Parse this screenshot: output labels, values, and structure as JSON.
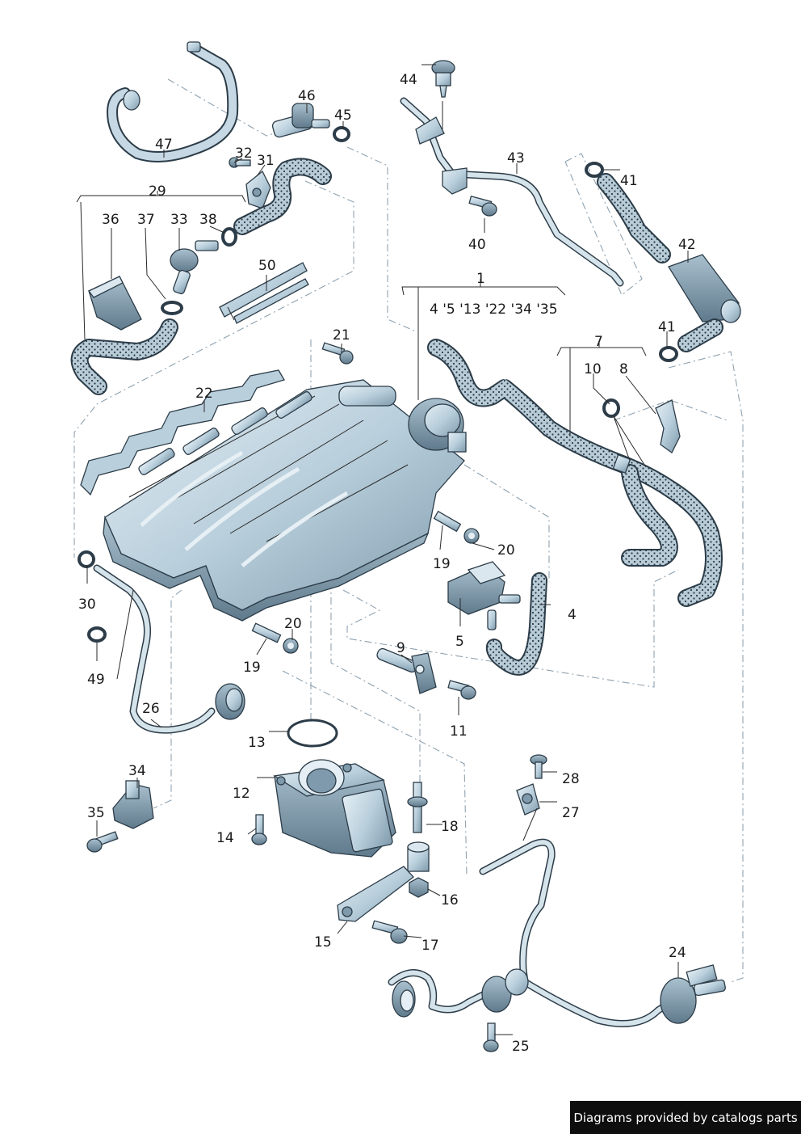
{
  "callouts": {
    "c1": "1",
    "c1_sub": "4 '5 '13 '22 '34 '35",
    "c4": "4",
    "c5": "5",
    "c7": "7",
    "c8": "8",
    "c9": "9",
    "c10": "10",
    "c11": "11",
    "c12": "12",
    "c13": "13",
    "c14": "14",
    "c15": "15",
    "c16": "16",
    "c17": "17",
    "c18": "18",
    "c19a": "19",
    "c19b": "19",
    "c20a": "20",
    "c20b": "20",
    "c21": "21",
    "c22": "22",
    "c24": "24",
    "c25": "25",
    "c26": "26",
    "c27": "27",
    "c28": "28",
    "c29": "29",
    "c30": "30",
    "c31": "31",
    "c32": "32",
    "c33": "33",
    "c34": "34",
    "c35": "35",
    "c36": "36",
    "c37": "37",
    "c38": "38",
    "c40": "40",
    "c41a": "41",
    "c41b": "41",
    "c42": "42",
    "c43": "43",
    "c44": "44",
    "c45": "45",
    "c46": "46",
    "c47": "47",
    "c49": "49",
    "c50": "50"
  },
  "footer": {
    "text": "Diagrams provided by catalogs parts"
  },
  "colors": {
    "metal": "#b9cfdc",
    "metal_dark": "#7f9aac",
    "hose": "#b8ccd8",
    "outline": "#2c3c48",
    "guide": "#8fa2b0",
    "badge_bg": "#0e0e0e"
  }
}
